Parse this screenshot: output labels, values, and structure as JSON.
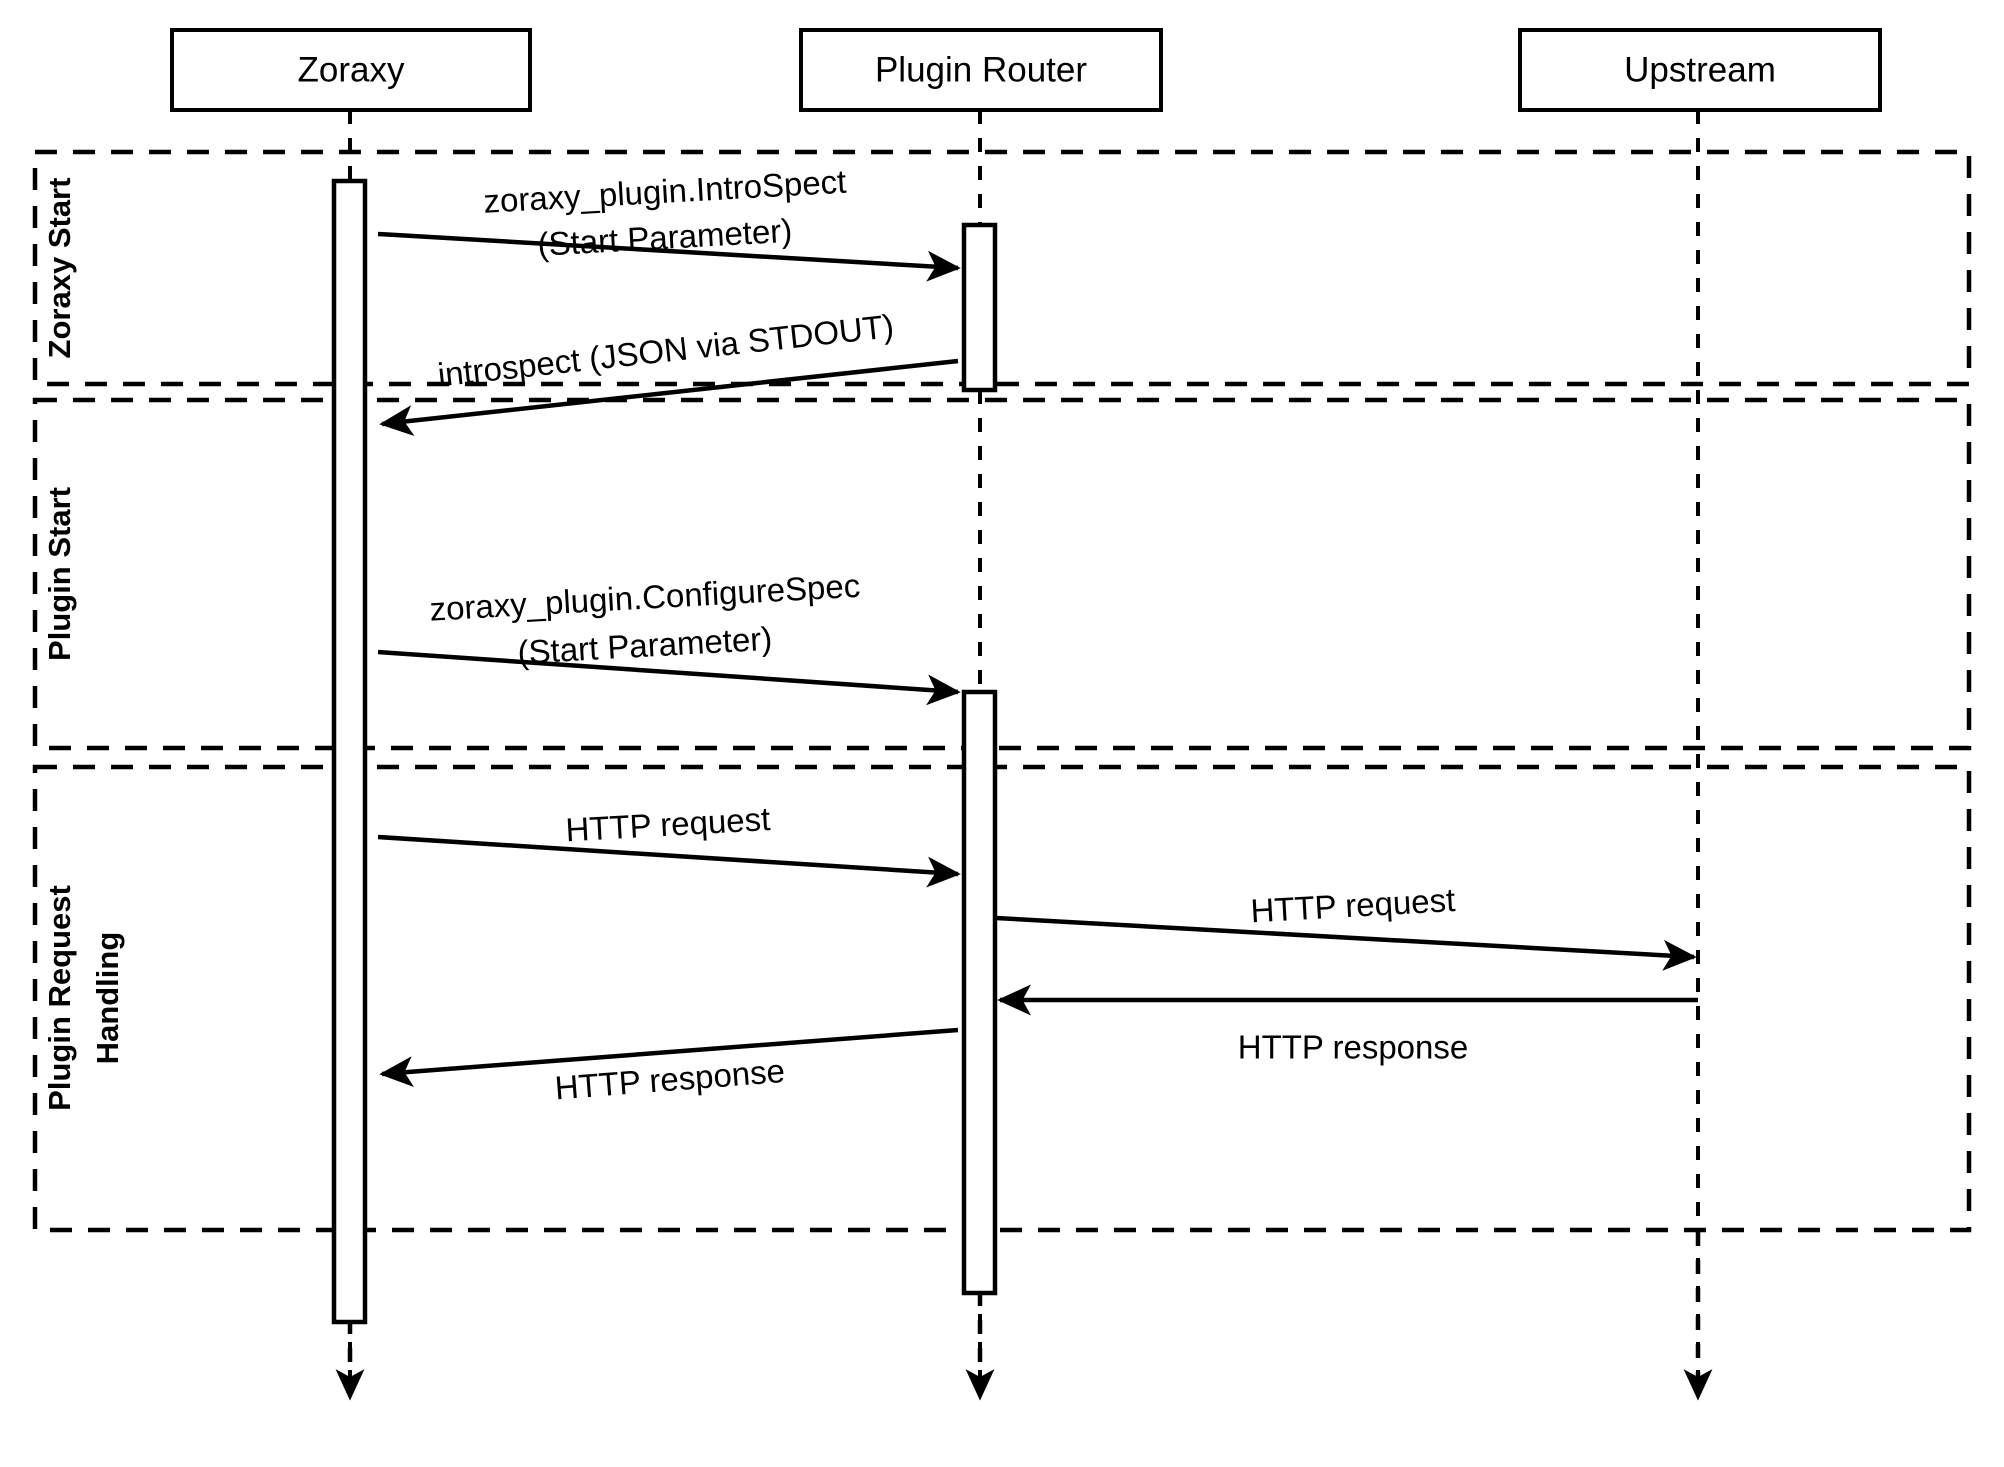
{
  "diagram": {
    "type": "uml-sequence-diagram",
    "title": "Zoraxy Plugin Lifecycle Sequence",
    "background_color": "#ffffff",
    "line_color": "#000000",
    "participants": [
      {
        "id": "zoraxy",
        "label": "Zoraxy"
      },
      {
        "id": "plugin_router",
        "label": "Plugin Router"
      },
      {
        "id": "upstream",
        "label": "Upstream"
      }
    ],
    "fragments": [
      {
        "id": "zoraxy_start",
        "label": "Zoraxy Start",
        "lines": [
          "Zoraxy Start"
        ]
      },
      {
        "id": "plugin_start",
        "label": "Plugin Start",
        "lines": [
          "Plugin Start"
        ]
      },
      {
        "id": "plugin_request_handling",
        "label": "Plugin Request Handling",
        "lines": [
          "Plugin Request",
          "Handling"
        ]
      }
    ],
    "messages": [
      {
        "id": "m1",
        "from": "zoraxy",
        "to": "plugin_router",
        "direction": "forward",
        "fragment": "zoraxy_start",
        "lines": [
          "zoraxy_plugin.IntroSpect",
          "(Start Parameter)"
        ]
      },
      {
        "id": "m2",
        "from": "plugin_router",
        "to": "zoraxy",
        "direction": "return",
        "fragment": "zoraxy_start",
        "lines": [
          "introspect (JSON via STDOUT)"
        ]
      },
      {
        "id": "m3",
        "from": "zoraxy",
        "to": "plugin_router",
        "direction": "forward",
        "fragment": "plugin_start",
        "lines": [
          "zoraxy_plugin.ConfigureSpec",
          "(Start Parameter)"
        ]
      },
      {
        "id": "m4",
        "from": "zoraxy",
        "to": "plugin_router",
        "direction": "forward",
        "fragment": "plugin_request_handling",
        "lines": [
          "HTTP request"
        ]
      },
      {
        "id": "m5",
        "from": "plugin_router",
        "to": "upstream",
        "direction": "forward",
        "fragment": "plugin_request_handling",
        "lines": [
          "HTTP request"
        ]
      },
      {
        "id": "m6",
        "from": "upstream",
        "to": "plugin_router",
        "direction": "return",
        "fragment": "plugin_request_handling",
        "lines": [
          "HTTP response"
        ]
      },
      {
        "id": "m7",
        "from": "plugin_router",
        "to": "zoraxy",
        "direction": "return",
        "fragment": "plugin_request_handling",
        "lines": [
          "HTTP response"
        ]
      }
    ],
    "labels": {
      "p1": "Zoraxy",
      "p2": "Plugin Router",
      "p3": "Upstream",
      "f1": "Zoraxy Start",
      "f2": "Plugin Start",
      "f3a": "Plugin Request",
      "f3b": "Handling",
      "m1a": "zoraxy_plugin.IntroSpect",
      "m1b": "(Start Parameter)",
      "m2a": "introspect (JSON via STDOUT)",
      "m3a": "zoraxy_plugin.ConfigureSpec",
      "m3b": "(Start Parameter)",
      "m4a": "HTTP request",
      "m5a": "HTTP request",
      "m6a": "HTTP response",
      "m7a": "HTTP response"
    }
  }
}
